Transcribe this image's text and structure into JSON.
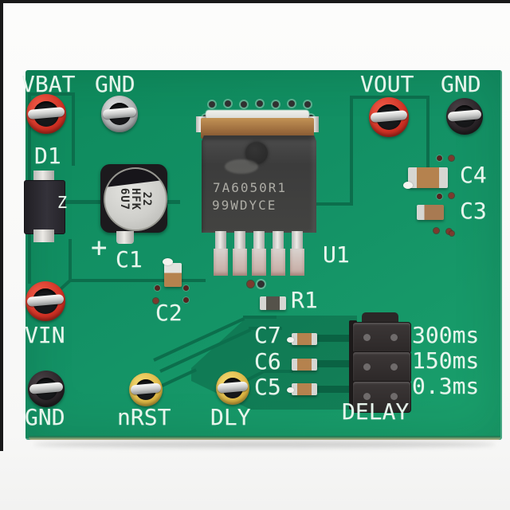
{
  "test_points": [
    {
      "label": "VBAT",
      "cap_color": "red"
    },
    {
      "label": "GND",
      "cap_color": "silver"
    },
    {
      "label": "VOUT",
      "cap_color": "red"
    },
    {
      "label": "GND",
      "cap_color": "black"
    },
    {
      "label": "VIN",
      "cap_color": "red"
    },
    {
      "label": "GND",
      "cap_color": "black"
    },
    {
      "label": "nRST",
      "cap_color": "yellow"
    },
    {
      "label": "DLY",
      "cap_color": "yellow"
    }
  ],
  "refs": {
    "d1": "D1",
    "c1": "C1",
    "c2": "C2",
    "c3": "C3",
    "c4": "C4",
    "c5": "C5",
    "c6": "C6",
    "c7": "C7",
    "u1": "U1",
    "r1": "R1"
  },
  "silkscreen_extra": {
    "plus": "+",
    "z": "Z",
    "delay_label": "DELAY"
  },
  "delay_options": [
    "300ms",
    "150ms",
    "0.3ms"
  ],
  "markings": {
    "c1_cap_lines": [
      "22",
      "HFK",
      "6U7"
    ],
    "u1_line1": "7A6050R1",
    "u1_line2": "99WDYCE"
  },
  "colors": {
    "board_green": "#139165",
    "trace_dark": "#0c6e4c",
    "silkscreen_white": "#e7f5ec",
    "test_point_red": "#d03124",
    "test_point_gold": "#ddb642",
    "test_point_black": "#241f22",
    "test_point_silver": "#a3a6a7",
    "smd_cap_tan": "#b5824e",
    "ic_body_gray": "#414141",
    "jumper_black": "#332e2e",
    "frame_black": "#191919"
  }
}
